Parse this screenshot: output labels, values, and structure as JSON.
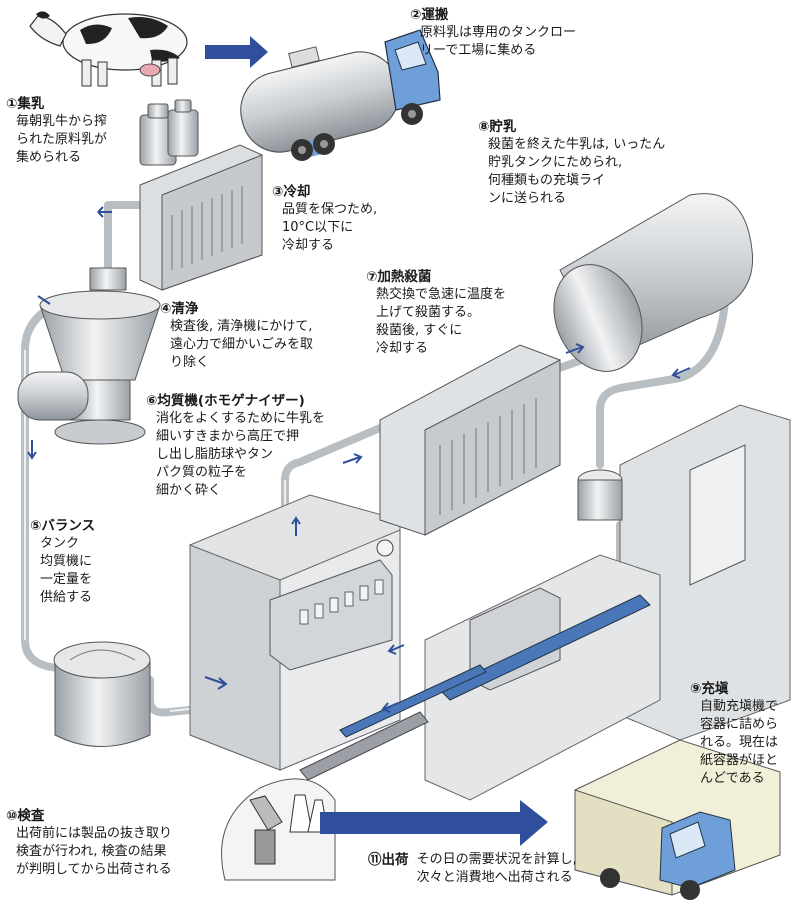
{
  "steps": [
    {
      "title": "①集乳",
      "lines": [
        "毎朝乳牛から搾",
        "られた原料乳が",
        "集められる"
      ]
    },
    {
      "title": "②運搬",
      "lines": [
        "原料乳は専用のタンクロー",
        "リーで工場に集める"
      ]
    },
    {
      "title": "③冷却",
      "lines": [
        "品質を保つため,",
        "10°C以下に",
        "冷却する"
      ]
    },
    {
      "title": "④清浄",
      "lines": [
        "検査後, 清浄機にかけて,",
        "遠心力で細かいごみを取",
        "り除く"
      ]
    },
    {
      "title": "⑤バランス",
      "lines": [
        "タンク",
        "均質機に",
        "一定量を",
        "供給する"
      ]
    },
    {
      "title": "⑥均質機(ホモゲナイザー)",
      "lines": [
        "消化をよくするために牛乳を",
        "細いすきまから高圧で押",
        "し出し脂肪球やタン",
        "パク質の粒子を",
        "細かく砕く"
      ]
    },
    {
      "title": "⑦加熱殺菌",
      "lines": [
        "熱交換で急速に温度を",
        "上げて殺菌する。",
        "殺菌後, すぐに",
        "冷却する"
      ]
    },
    {
      "title": "⑧貯乳",
      "lines": [
        "殺菌を終えた牛乳は, いったん",
        "貯乳タンクにためられ,",
        "何種類もの充塡ライ",
        "ンに送られる"
      ]
    },
    {
      "title": "⑨充塡",
      "lines": [
        "自動充塡機で",
        "容器に詰めら",
        "れる。現在は",
        "紙容器がほと",
        "んどである"
      ]
    },
    {
      "title": "⑩検査",
      "lines": [
        "出荷前には製品の抜き取り",
        "検査が行われ, 検査の結果",
        "が判明してから出荷される"
      ]
    },
    {
      "title": "⑪出荷",
      "lines": [
        "その日の需要状況を計算し,",
        "次々と消費地へ出荷される"
      ]
    }
  ],
  "colors": {
    "arrow": "#2f4f9c",
    "pipe": "#c9cdd1",
    "machine": "#e3e5e7",
    "truck_cab": "#6f9fd8"
  }
}
